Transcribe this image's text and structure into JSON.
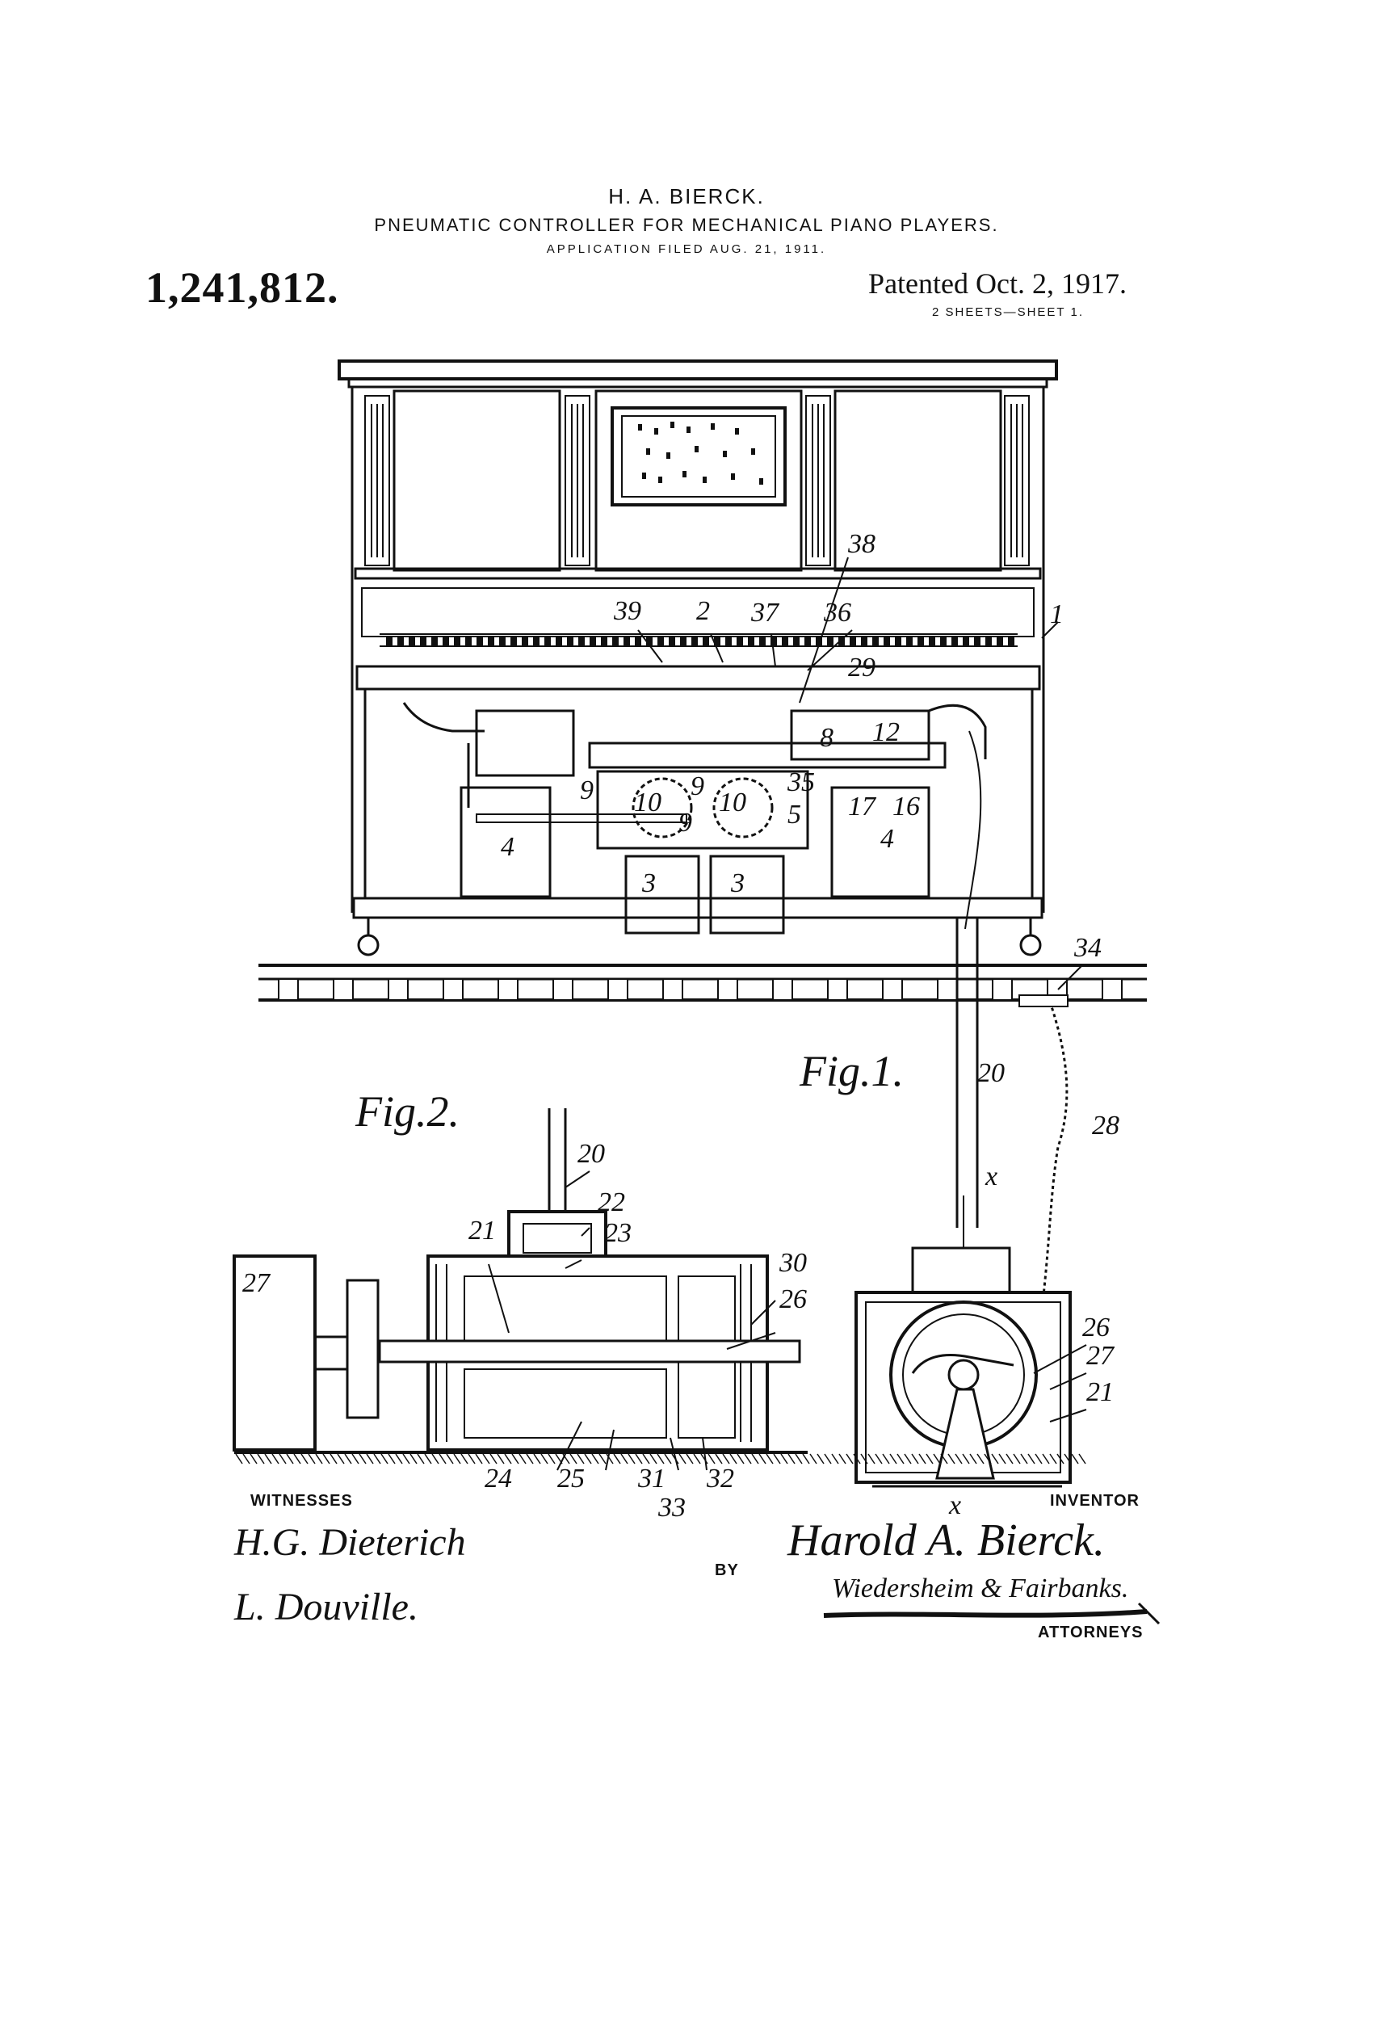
{
  "header": {
    "inventor": "H. A. BIERCK.",
    "title": "PNEUMATIC CONTROLLER FOR MECHANICAL PIANO PLAYERS.",
    "application_filed": "APPLICATION FILED AUG. 21, 1911.",
    "patent_number": "1,241,812.",
    "patented": "Patented Oct. 2, 1917.",
    "sheets": "2 SHEETS—SHEET 1."
  },
  "figures": {
    "fig1": "Fig.1.",
    "fig2": "Fig.2."
  },
  "reference_numerals": {
    "n1": "1",
    "n2": "2",
    "n3a": "3",
    "n3b": "3",
    "n4a": "4",
    "n4b": "4",
    "n5": "5",
    "n8": "8",
    "n9a": "9",
    "n9b": "9",
    "n9c": "9",
    "n10a": "10",
    "n10b": "10",
    "n12": "12",
    "n16": "16",
    "n17": "17",
    "n20a": "20",
    "n20b": "20",
    "n21a": "21",
    "n21b": "21",
    "n22": "22",
    "n23": "23",
    "n24": "24",
    "n25": "25",
    "n26a": "26",
    "n26b": "26",
    "n27a": "27",
    "n27b": "27",
    "n28": "28",
    "n29": "29",
    "n30": "30",
    "n31": "31",
    "n32": "32",
    "n33": "33",
    "n34": "34",
    "n35": "35",
    "n36": "36",
    "n37": "37",
    "n38": "38",
    "n39": "39",
    "x1": "x",
    "x2": "x"
  },
  "captions": {
    "witnesses": "WITNESSES",
    "inventor": "INVENTOR",
    "by": "BY",
    "attorneys": "ATTORNEYS"
  },
  "signatures": {
    "witness1": "H.G. Dieterich",
    "witness2": "L. Douville.",
    "inventor": "Harold A. Bierck.",
    "attorneys": "Wiedersheim & Fairbanks."
  }
}
